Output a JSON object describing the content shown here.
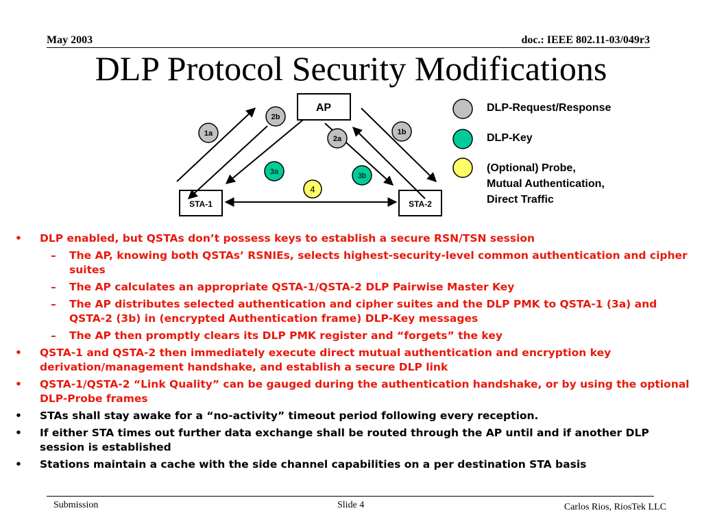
{
  "header": {
    "date": "May 2003",
    "doc": "doc.: IEEE 802.11-03/049r3"
  },
  "title": "DLP Protocol Security Modifications",
  "diagram": {
    "ap_label": "AP",
    "sta1_label": "STA-1",
    "sta2_label": "STA-2",
    "steps": {
      "s1a": "1a",
      "s1b": "1b",
      "s2a": "2a",
      "s2b": "2b",
      "s3a": "3a",
      "s3b": "3b",
      "s4": "4"
    },
    "colors": {
      "request": "#c0c0c0",
      "key": "#00cc99",
      "optional": "#ffff66"
    }
  },
  "legend": {
    "request": "DLP-Request/Response",
    "key": "DLP-Key",
    "optional_l1": "(Optional) Probe,",
    "optional_l2": "Mutual Authentication,",
    "optional_l3": "Direct Traffic"
  },
  "bullets": {
    "b1": "DLP enabled, but QSTAs don’t possess keys to establish a secure RSN/TSN session",
    "b1_sub1": "The AP, knowing both QSTAs’ RSNIEs, selects highest-security-level common authentication and cipher suites",
    "b1_sub2": "The AP calculates an appropriate QSTA-1/QSTA-2 DLP Pairwise Master Key",
    "b1_sub3": "The AP distributes selected authentication and cipher suites and the DLP PMK to QSTA-1 (3a) and QSTA-2 (3b) in (encrypted Authentication frame) DLP-Key messages",
    "b1_sub4": "The AP then promptly clears its DLP PMK register and “forgets” the key",
    "b2": "QSTA-1 and QSTA-2 then immediately execute direct mutual authentication and encryption key derivation/management handshake, and establish a secure DLP link",
    "b3": "QSTA-1/QSTA-2 “Link Quality” can be gauged during the authentication handshake, or by using the optional DLP-Probe frames",
    "b4": "STAs shall stay awake for a “no-activity” timeout period following every reception.",
    "b5": "If either STA times out further data exchange shall be routed through the AP until and if another DLP session is established",
    "b6": "Stations maintain a cache with the side channel capabilities on a per destination STA basis",
    "bullet_mark": "•",
    "dash_mark": "–"
  },
  "footer": {
    "left": "Submission",
    "mid": "Slide 4",
    "right": "Carlos Rios, RiosTek LLC"
  }
}
